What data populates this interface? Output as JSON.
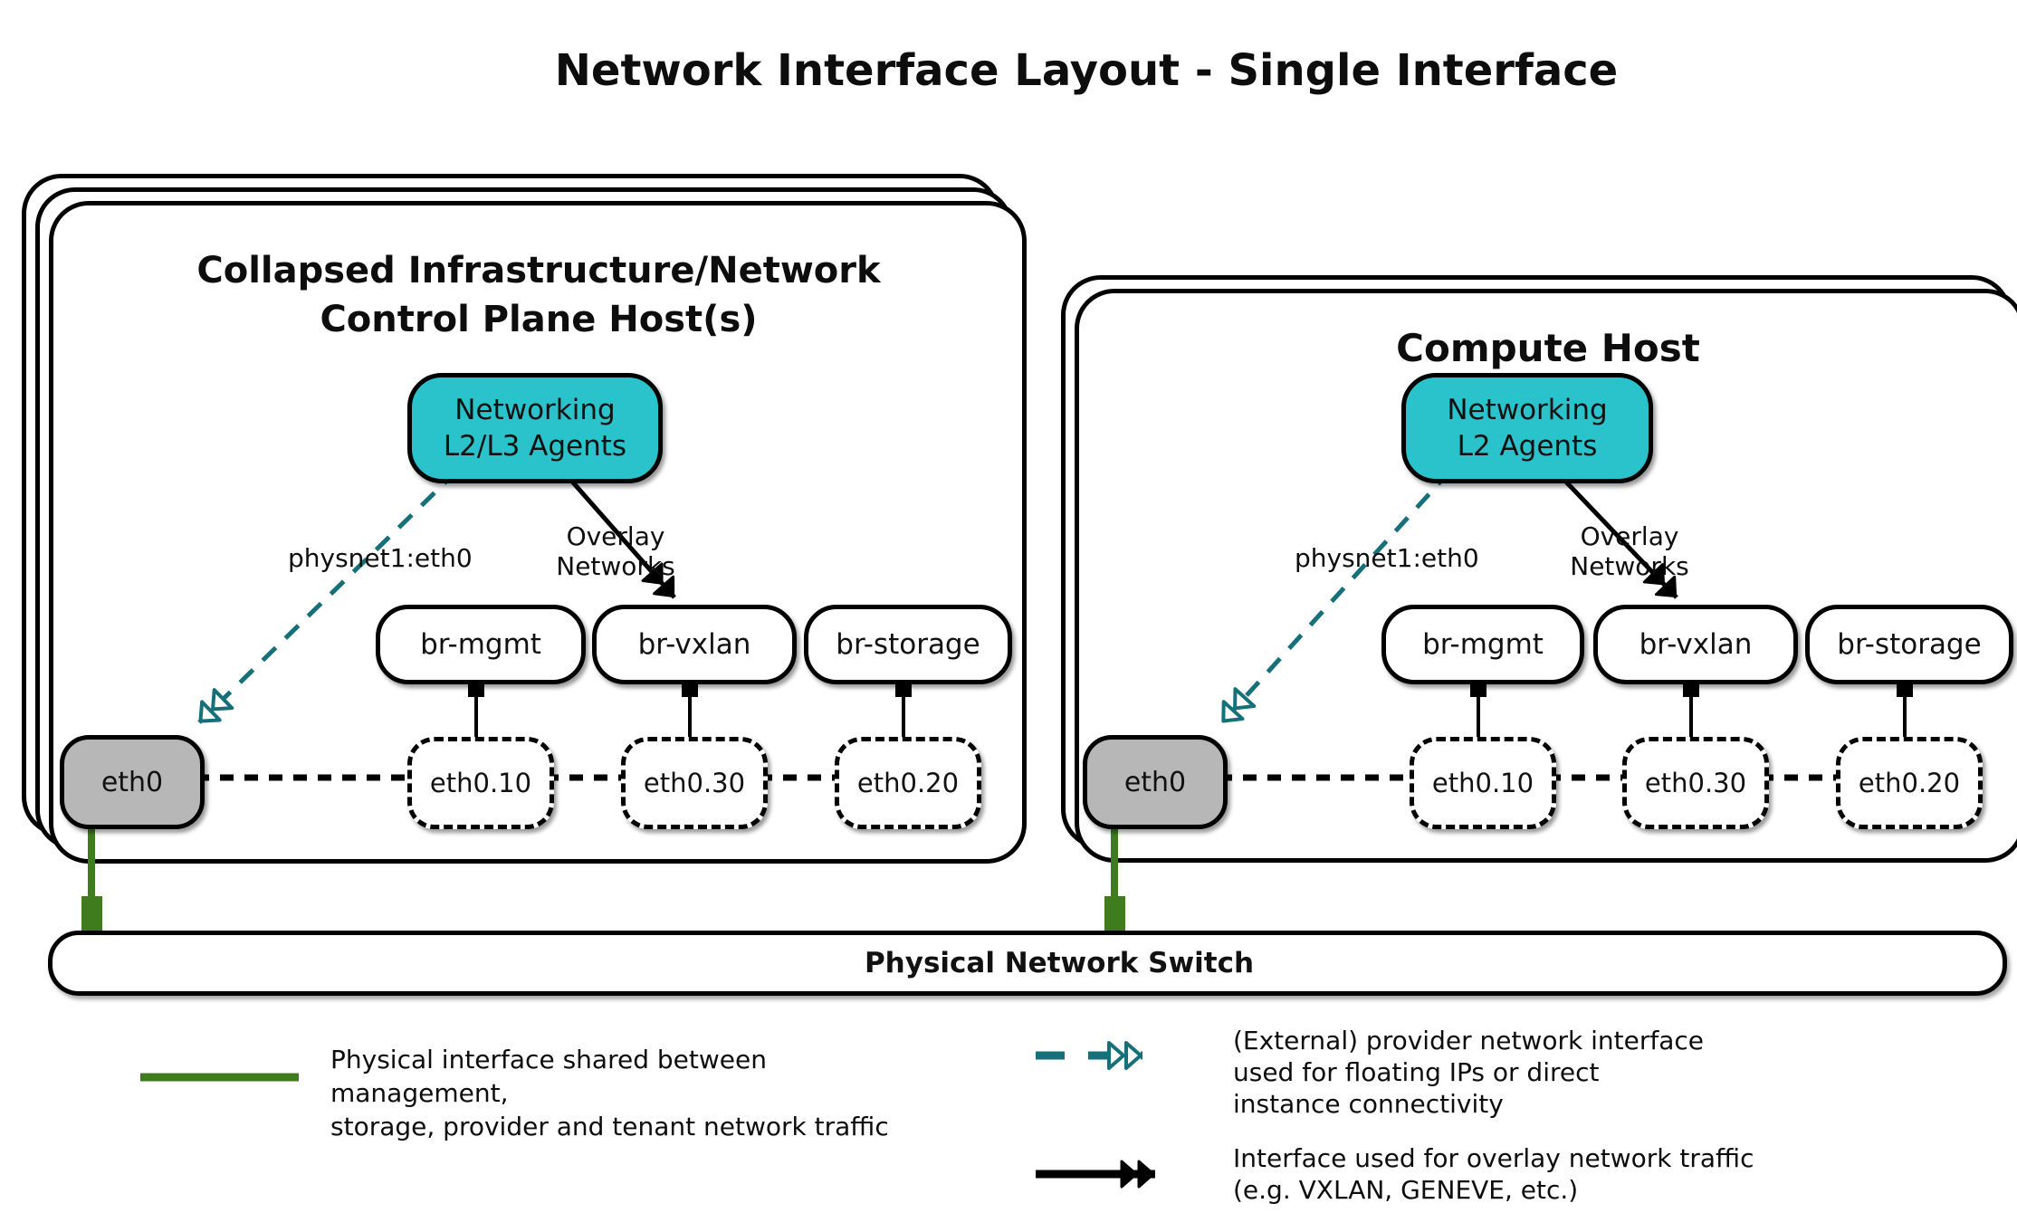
{
  "title": "Network Interface Layout - Single Interface",
  "hosts": [
    {
      "title": "Collapsed Infrastructure/Network\nControl Plane Host(s)",
      "agent_label": "Networking\nL2/L3 Agents",
      "provider_label": "physnet1:eth0",
      "overlay_label": "Overlay Networks",
      "bridges": [
        "br-mgmt",
        "br-vxlan",
        "br-storage"
      ],
      "vlans": [
        "eth0.10",
        "eth0.30",
        "eth0.20"
      ],
      "nic": "eth0"
    },
    {
      "title": "Compute Host",
      "agent_label": "Networking\nL2 Agents",
      "provider_label": "physnet1:eth0",
      "overlay_label": "Overlay Networks",
      "bridges": [
        "br-mgmt",
        "br-vxlan",
        "br-storage"
      ],
      "vlans": [
        "eth0.10",
        "eth0.30",
        "eth0.20"
      ],
      "nic": "eth0"
    }
  ],
  "switch": {
    "label": "Physical Network Switch"
  },
  "legend": [
    {
      "swatch": "green-solid-line",
      "text": "Physical interface shared between management,\nstorage, provider and tenant network traffic"
    },
    {
      "swatch": "teal-dashed-double-arrow",
      "text": "(External) provider network interface\nused for floating IPs or direct\ninstance connectivity"
    },
    {
      "swatch": "black-solid-double-arrow",
      "text": "Interface used for overlay network traffic\n(e.g. VXLAN, GENEVE, etc.)"
    }
  ],
  "colors": {
    "agent_fill": "#2ac3cb",
    "provider_line": "#16707a",
    "physical_line": "#3e7c1e",
    "nic_fill": "#b7b7b7",
    "box_border": "#000000"
  }
}
